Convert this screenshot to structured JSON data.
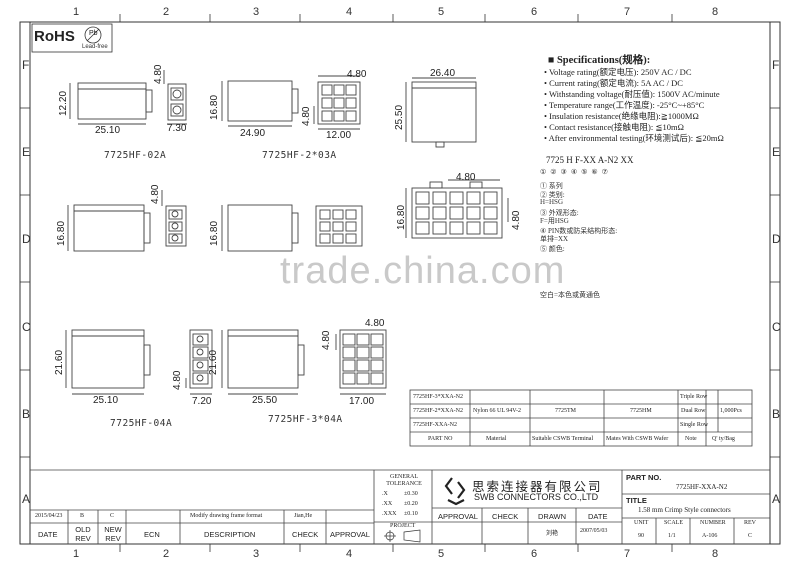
{
  "grid": {
    "cols": [
      "1",
      "2",
      "3",
      "4",
      "5",
      "6",
      "7",
      "8"
    ],
    "rows": [
      "F",
      "E",
      "D",
      "C",
      "B",
      "A"
    ]
  },
  "rohs": {
    "label": "RoHS",
    "leadfree": "Lead-free",
    "pb": "Pb"
  },
  "drawings": {
    "d02a": {
      "caption": "7725HF-02A",
      "h": "12.20",
      "w": "25.10",
      "top": "4.80",
      "bot": "7.30"
    },
    "d203a": {
      "caption": "7725HF-2*03A",
      "h": "16.80",
      "w": "24.90",
      "top": "4.80",
      "bot": "12.00",
      "side": "4.80"
    },
    "d5": {
      "w": "26.40",
      "h": "25.50"
    },
    "d03a": {
      "h": "16.80",
      "top": "4.80"
    },
    "d203a2": {
      "h": "16.80"
    },
    "d503": {
      "top": "4.80",
      "h": "16.80",
      "side": "4.80"
    },
    "d04a": {
      "caption": "7725HF-04A",
      "h": "21.60",
      "w": "25.10",
      "side": "4.80",
      "bot": "7.20"
    },
    "d304a": {
      "caption": "7725HF-3*04A",
      "h": "21.60",
      "w": "25.50",
      "top": "4.80",
      "side": "4.80",
      "bot": "17.00"
    }
  },
  "specs": {
    "title": "Specifications(规格):",
    "items": [
      "Voltage rating(额定电压): 250V AC / DC",
      "Current rating(额定电流): 5A  AC / DC",
      "Withstanding voltage(耐压值): 1500V AC/minute",
      "Temperature range(工作温度): -25°C~+85°C",
      "Insulation resistance(绝缘电阻):≧1000MΩ",
      "Contact resistance(接触电阻): ≦10mΩ",
      "After environmental testing(环境测试后): ≦20mΩ"
    ]
  },
  "partno": {
    "code": "7725 H F-XX A-N2 XX",
    "digits": "①②③④⑤⑥⑦",
    "notes": [
      "① 系列",
      "② 类别:",
      "   H=HSG",
      "③ 外观形态:",
      "   F=用HSG",
      "④ PIN数或防呆结构形态:",
      "   单排=XX",
      "⑤ 颜色:",
      "",
      "空白=本色或黄通色"
    ]
  },
  "watermark": "trade.china.com",
  "bom": {
    "parts": [
      "7725HF-3*XXA-N2",
      "7725HF-2*XXA-N2",
      "7725HF-XXA-N2"
    ],
    "part_no_label": "PART NO",
    "material": "Nylon 66  UL 94V-2",
    "material_label": "Material",
    "terminal": "7725TM",
    "terminal_label": "Suitable CSWB  Terminal",
    "wafer": "7725HM",
    "wafer_label": "Mates With CSWB  Wafer",
    "rows": [
      "Triple Row",
      "Dual Row",
      "Single Row"
    ],
    "note_label": "Note",
    "qty": "1,000Pcs",
    "qty_label": "Q' ty/Bag"
  },
  "titleblock": {
    "rev_row": {
      "date": "2015/04/23",
      "old": "B",
      "new": "C",
      "description": "Modify drawing frame format",
      "check": "Jian,He"
    },
    "headers": {
      "date": "DATE",
      "old": "OLD REV",
      "new": "NEW REV",
      "ecn": "ECN",
      "description": "DESCRIPTION",
      "check": "CHECK",
      "approval": "APPROVAL"
    },
    "tolerance": {
      "title": "GENERAL TOLERANCE",
      "x": ".X",
      "xv": "±0.30",
      "xx": ".XX",
      "xxv": "±0.20",
      "xxx": ".XXX",
      "xxxv": "±0.10"
    },
    "project": "PROJECT",
    "approval": "APPROVAL",
    "check": "CHECK",
    "drawn": "DRAWN",
    "date": "DATE",
    "drawn_by": "刘艳",
    "drawn_date": "2007/05/03",
    "company_cn": "思索连接器有限公司",
    "company_en": "SWB CONNECTORS CO.,LTD",
    "part_no_label": "PART NO.",
    "part_no": "7725HF-XXA-N2",
    "title_label": "TITLE",
    "title": "1.58    mm Crimp Style connectors",
    "unit_label": "UNIT",
    "unit": "90",
    "scale_label": "SCALE",
    "scale": "1/1",
    "number_label": "NUMBER",
    "number": "A-106",
    "rev_label": "REV",
    "rev": "C"
  }
}
